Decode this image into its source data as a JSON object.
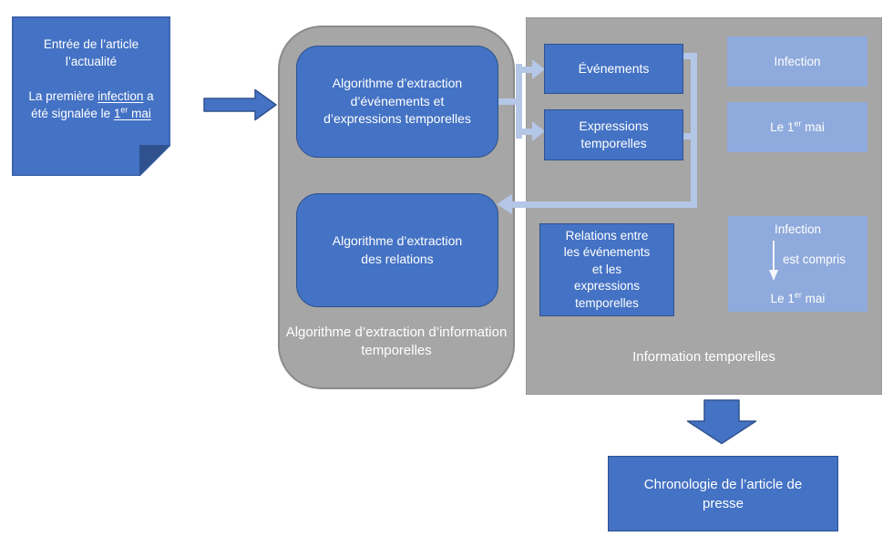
{
  "colors": {
    "accent_blue": "#4472C4",
    "accent_blue_border": "#2F528F",
    "connector_light_blue": "#B4C7E7",
    "example_light_blue": "#8FAADC",
    "container_gray": "#A6A6A6"
  },
  "note": {
    "title": "Entrée de l’article l’actualité",
    "sentence_prefix": "La première ",
    "sentence_underlined_event": "infection",
    "sentence_mid": " a été signalée le ",
    "sentence_date_num": "1",
    "sentence_date_sup": "er",
    "sentence_date_tail": " mai"
  },
  "pipeline": {
    "event_timex_algorithm": "Algorithme d’extraction d’événements et d’expressions temporelles",
    "relation_algorithm": "Algorithme d’extraction des relations",
    "container_label": "Algorithme d’extraction d’information temporelles"
  },
  "outputs": {
    "events": "Événements",
    "timex": "Expressions temporelles",
    "relations": "Relations entre les événements et les expressions temporelles",
    "panel_label": "Information temporelles"
  },
  "examples": {
    "event": "Infection",
    "timex_prefix": "Le 1",
    "timex_sup": "er",
    "timex_tail": " mai",
    "relation_top": "Infection",
    "relation_edge_label": "est compris",
    "relation_bottom_prefix": "Le 1",
    "relation_bottom_sup": "er",
    "relation_bottom_tail": " mai"
  },
  "result": {
    "title": "Chronologie de l’article de presse"
  }
}
